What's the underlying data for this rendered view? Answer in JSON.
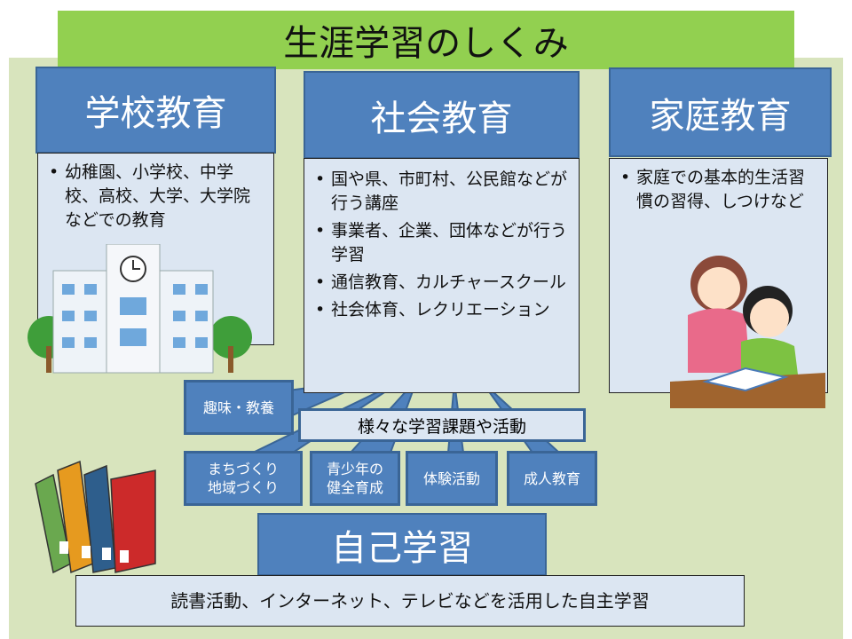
{
  "title": "生涯学習のしくみ",
  "school": {
    "header": "学校教育",
    "items": [
      "幼稚園、小学校、中学校、高校、大学、大学院などでの教育"
    ]
  },
  "social": {
    "header": "社会教育",
    "items": [
      "国や県、市町村、公民館などが行う講座",
      "事業者、企業、団体などが行う学習",
      "通信教育、カルチャースクール",
      "社会体育、レクリエーション"
    ]
  },
  "home": {
    "header": "家庭教育",
    "items": [
      "家庭での基本的生活習慣の習得、しつけなど"
    ]
  },
  "activities": {
    "center": "様々な学習課題や活動",
    "callouts": [
      "趣味・教養",
      "まちづくり\n地域づくり",
      "青少年の\n健全育成",
      "体験活動",
      "成人教育"
    ]
  },
  "self": {
    "header": "自己学習",
    "description": "読書活動、インターネット、テレビなどを活用した自主学習"
  },
  "colors": {
    "background": "#d8e4bd",
    "title": "#92d050",
    "header": "#4f81bd",
    "box": "#dce6f2"
  }
}
